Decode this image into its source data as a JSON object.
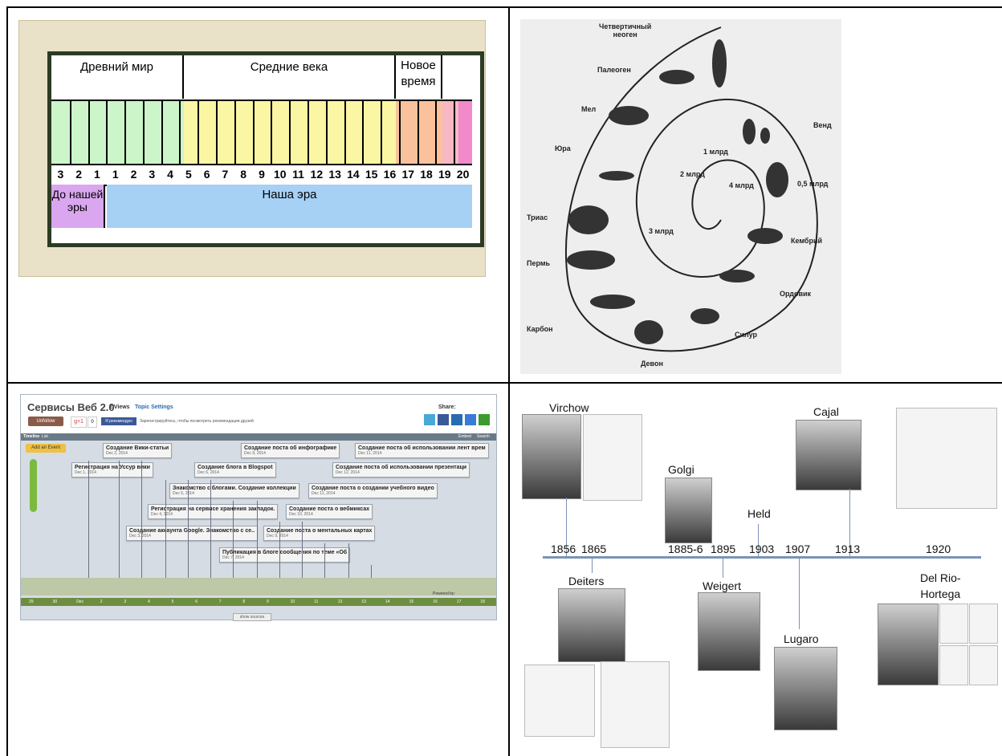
{
  "quad1": {
    "era_ancient": "Древний мир",
    "era_middle": "Средние века",
    "era_new_1": "Новое",
    "era_new_2": "время",
    "numbers_bc": [
      "3",
      "2",
      "1"
    ],
    "numbers_ad": [
      "1",
      "2",
      "3",
      "4",
      "5",
      "6",
      "7",
      "8",
      "9",
      "10",
      "11",
      "12",
      "13",
      "14",
      "15",
      "16",
      "17",
      "18",
      "19",
      "20"
    ],
    "bc_label_1": "До нашей",
    "bc_label_2": "эры",
    "ad_label": "Наша эра"
  },
  "quad2": {
    "labels": {
      "quaternary_1": "Четвертичный",
      "quaternary_2": "неоген",
      "paleogene": "Палеоген",
      "cretaceous": "Мел",
      "jurassic": "Юра",
      "triassic": "Триас",
      "permian": "Пермь",
      "carboniferous": "Карбон",
      "devonian": "Девон",
      "silurian": "Силур",
      "ordovician": "Ордовик",
      "cambrian": "Кембрий",
      "vendian": "Венд",
      "b1": "1 млрд",
      "b2": "2 млрд",
      "b3": "3 млрд",
      "b4": "4 млрд",
      "b05": "0,5 млрд"
    }
  },
  "quad3": {
    "title": "Сервисы Веб 2.0",
    "views": "2 Views",
    "topic_settings": "Topic Settings",
    "unfollow": "Unfollow",
    "gplus": "g+1",
    "gcount": "0",
    "fb_btn": "Я рекомендую",
    "fb_text": "Зарегистрируйтесь, чтобы посмотреть рекомендации друзей",
    "share": "Share:",
    "tab_timeline": "Timeline",
    "tab_list": "List",
    "embed": "Embed",
    "search": "Search",
    "add_event": "Add an Event",
    "powered": "Powered by:",
    "show_sources": "show sources",
    "dates": [
      "29",
      "30",
      "Dec",
      "2",
      "3",
      "4",
      "5",
      "6",
      "7",
      "8",
      "9",
      "10",
      "11",
      "12",
      "13",
      "14",
      "15",
      "16",
      "17",
      "18"
    ],
    "events": [
      {
        "t": "Создание Вики-статьи",
        "d": "Dec 2, 2014"
      },
      {
        "t": "Создание поста об инфографике",
        "d": "Dec 9, 2014"
      },
      {
        "t": "Создание поста об использовании лент врем",
        "d": "Dec 11, 2014"
      },
      {
        "t": "Регистрация на Уссур вики",
        "d": "Dec 1, 2014"
      },
      {
        "t": "Создание блога в Blogspot",
        "d": "Dec 6, 2014"
      },
      {
        "t": "Создание поста об использовании презентаци",
        "d": "Dec 12, 2014"
      },
      {
        "t": "Знакомство с блогами. Создание коллекции",
        "d": "Dec 5, 2014"
      },
      {
        "t": "Создание поста о создании учебного видео",
        "d": "Dec 11, 2014"
      },
      {
        "t": "Регистрация на сервисе хранения закладок.",
        "d": "Dec 4, 2014"
      },
      {
        "t": "Создание поста о вебмиксах",
        "d": "Dec 10, 2014"
      },
      {
        "t": "Создание аккаунта Google. Знакомство с се..",
        "d": "Dec 3, 2014"
      },
      {
        "t": "Создание поста о ментальных картах",
        "d": "Dec 9, 2014"
      },
      {
        "t": "Публикация в блоге сообщения по теме «Об",
        "d": "Dec 7, 2014"
      }
    ]
  },
  "quad4": {
    "names": {
      "virchow": "Virchow",
      "golgi": "Golgi",
      "cajal": "Cajal",
      "held": "Held",
      "deiters": "Deiters",
      "weigert": "Weigert",
      "lugaro": "Lugaro",
      "delrio_1": "Del Rio-",
      "delrio_2": "Hortega"
    },
    "years": [
      "1856",
      "1865",
      "1885-6",
      "1895",
      "1903",
      "1907",
      "1913",
      "1920"
    ]
  }
}
